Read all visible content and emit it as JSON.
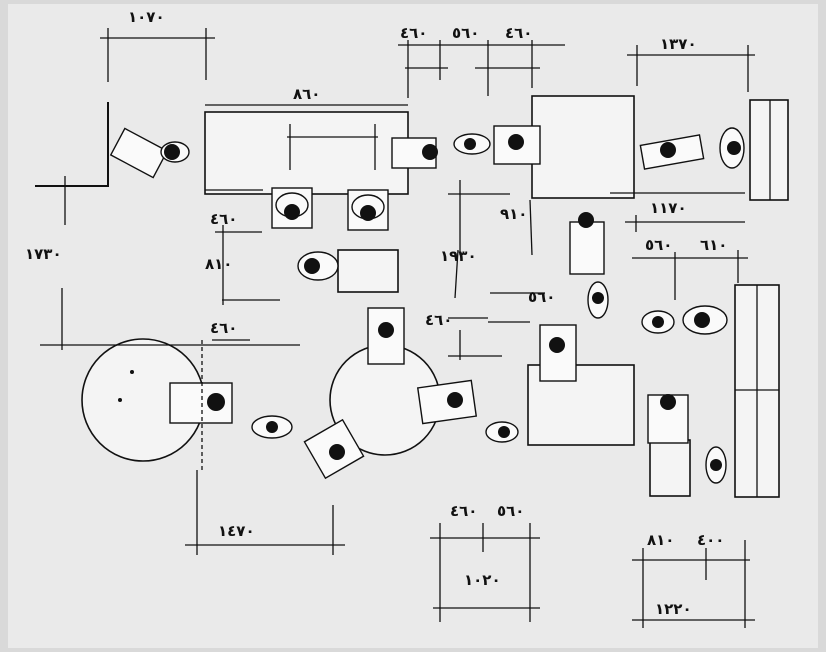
{
  "dimensions": {
    "d_1070": "١٠٧٠",
    "d_860": "٨٦٠",
    "d_460_top1": "٤٦٠",
    "d_560_top": "٥٦٠",
    "d_460_top2": "٤٦٠",
    "d_1370": "١٣٧٠",
    "d_460_left1": "٤٦٠",
    "d_1730": "١٧٣٠",
    "d_810_left": "٨١٠",
    "d_1930": "١٩٣٠",
    "d_910": "٩١٠",
    "d_1170": "١١٧٠",
    "d_560_right": "٥٦٠",
    "d_610_right": "٦١٠",
    "d_560_mid": "٥٦٠",
    "d_460_left2": "٤٦٠",
    "d_460_mid": "٤٦٠",
    "d_1470": "١٤٧٠",
    "d_460_bot": "٤٦٠",
    "d_560_bot": "٥٦٠",
    "d_1020": "١٠٢٠",
    "d_810_bot": "٨١٠",
    "d_400_bot": "٤٠٠",
    "d_1220": "١٢٢٠"
  }
}
